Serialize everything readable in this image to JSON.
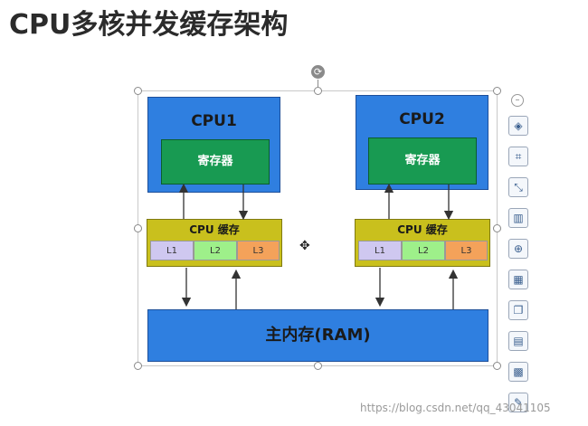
{
  "title": "CPU多核并发缓存架构",
  "cpu1": {
    "label": "CPU1",
    "register": "寄存器"
  },
  "cpu2": {
    "label": "CPU2",
    "register": "寄存器"
  },
  "cache1": {
    "label": "CPU 缓存",
    "levels": [
      "L1",
      "L2",
      "L3"
    ]
  },
  "cache2": {
    "label": "CPU 缓存",
    "levels": [
      "L1",
      "L2",
      "L3"
    ]
  },
  "ram": {
    "label": "主内存(RAM)"
  },
  "colors": {
    "cpu": "#2f7fe0",
    "register": "#189a52",
    "cache": "#c9c01d",
    "l1": "#cfc8f0",
    "l2": "#9ef08a",
    "l3": "#f4a25a"
  },
  "toolbar": {
    "items": [
      "minimize-icon",
      "layers-icon",
      "crop-icon",
      "resize-icon",
      "align-icon",
      "zoom-icon",
      "grid-icon",
      "duplicate-icon",
      "text-icon",
      "pattern-icon",
      "edit-icon"
    ]
  },
  "watermark": "https://blog.csdn.net/qq_43041105"
}
